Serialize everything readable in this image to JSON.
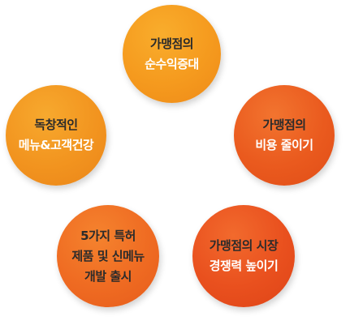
{
  "diagram": {
    "nodes": [
      {
        "id": "top",
        "lines": [
          "가맹점의",
          "순수익증대"
        ]
      },
      {
        "id": "right",
        "lines": [
          "가맹점의",
          "비용 줄이기"
        ]
      },
      {
        "id": "left",
        "lines": [
          "독창적인",
          "메뉴&고객건강"
        ]
      },
      {
        "id": "bottom-left",
        "lines": [
          "5가지 특허",
          "제품 및 신메뉴",
          "개발 출시"
        ]
      },
      {
        "id": "bottom-right",
        "lines": [
          "가맹점의 시장",
          "경쟁력 높이기"
        ]
      }
    ],
    "colors": {
      "top": "#f59a1e",
      "right": "#ea5a1e",
      "left": "#f2941f",
      "bottom-left": "#ef6b22",
      "bottom-right": "#e9501e",
      "text_dark": "#2b2b2b",
      "text_light": "#ffffff"
    }
  }
}
